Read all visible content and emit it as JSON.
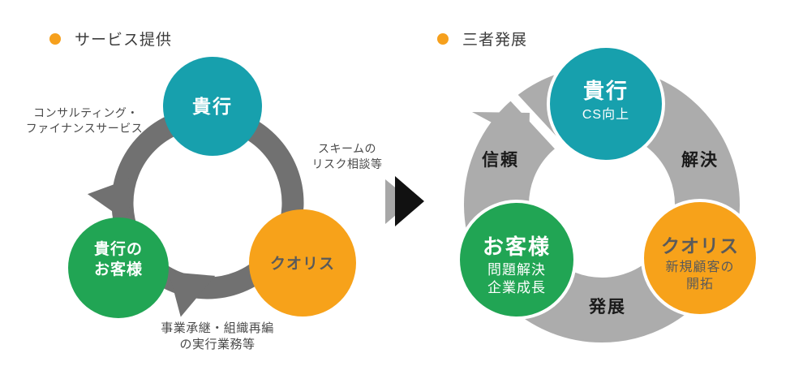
{
  "colors": {
    "teal": "#17A0AD",
    "green": "#21A554",
    "orange": "#F7A21A",
    "left_arrow_gray": "#717171",
    "right_ring_gray": "#ACACAC",
    "mid_arrow_gray": "#A7A7A7",
    "mid_arrow_black": "#111111",
    "bullet_orange": "#F6A01D",
    "edge_label_text": "#4A4A4A",
    "orange_circle_text": "#5A5A5A",
    "ring_label_text": "#1A1A1A",
    "header_text": "#3C3C3C",
    "white": "#FFFFFF"
  },
  "left_diagram": {
    "header": {
      "title": "サービス提供"
    },
    "nodes": {
      "bank": {
        "label": "貴行"
      },
      "customer": {
        "line1": "貴行の",
        "line2": "お客様"
      },
      "quoris": {
        "label": "クオリス"
      }
    },
    "edge_labels": {
      "consulting": {
        "line1": "コンサルティング・",
        "line2": "ファイナンスサービス"
      },
      "scheme": {
        "line1": "スキームの",
        "line2": "リスク相談等"
      },
      "succession": {
        "line1": "事業承継・組織再編",
        "line2": "の実行業務等"
      }
    }
  },
  "right_diagram": {
    "header": {
      "title": "三者発展"
    },
    "nodes": {
      "bank": {
        "title": "貴行",
        "subtitle": "CS向上"
      },
      "quoris": {
        "title": "クオリス",
        "sub1": "新規顧客の",
        "sub2": "開拓"
      },
      "customer": {
        "title": "お客様",
        "sub1": "問題解決",
        "sub2": "企業成長"
      }
    },
    "ring_labels": {
      "trust": "信頼",
      "solve": "解決",
      "develop": "発展"
    }
  }
}
